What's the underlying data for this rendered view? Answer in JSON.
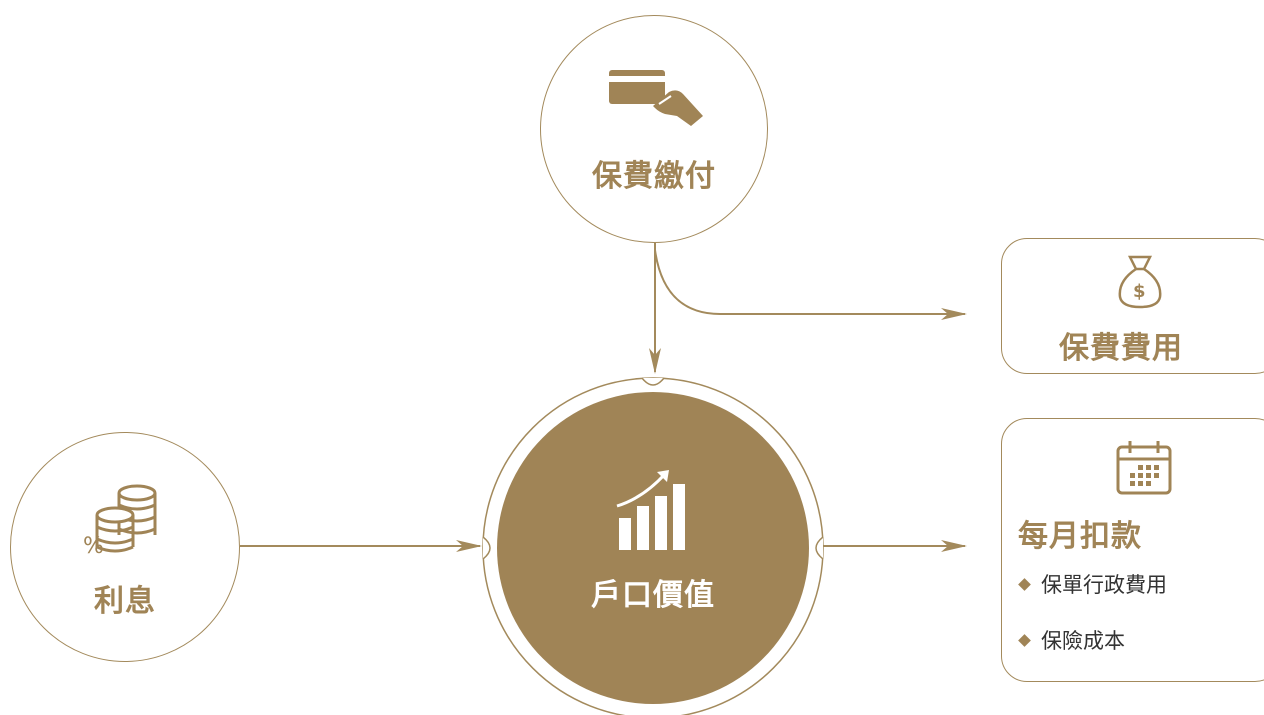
{
  "nodes": {
    "premium_payment": {
      "label": "保費繳付",
      "icon": "credit-card-hand-icon"
    },
    "interest": {
      "label": "利息",
      "icon": "coins-percent-icon"
    },
    "account_value": {
      "label": "戶口價值",
      "icon": "growth-chart-icon"
    },
    "premium_charge": {
      "label": "保費費用",
      "icon": "money-bag-icon"
    },
    "monthly_deduction": {
      "label": "每月扣款",
      "icon": "calendar-icon",
      "items": [
        "保單行政費用",
        "保險成本"
      ]
    }
  },
  "colors": {
    "accent": "#a08456",
    "line": "#a38a5c",
    "text": "#333333"
  }
}
